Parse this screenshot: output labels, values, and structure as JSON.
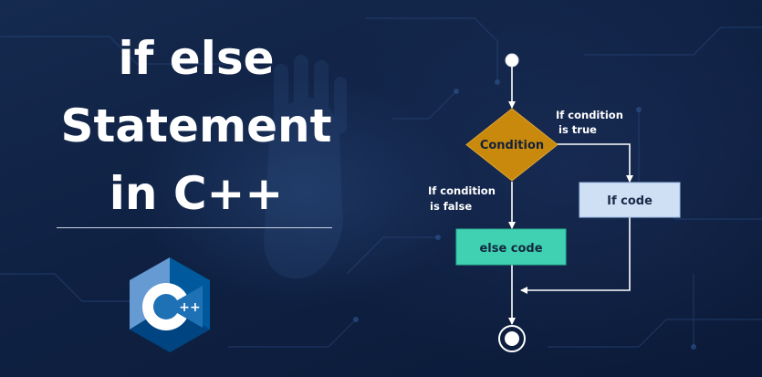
{
  "title": {
    "line1": "if else",
    "line2": "Statement",
    "line3": "in C++"
  },
  "logo": {
    "icon": "cpp-logo-icon",
    "plus": "++",
    "colors": {
      "dark": "#00599c",
      "mid": "#1f71b6",
      "light": "#659ad2",
      "letter": "#ffffff"
    }
  },
  "flowchart": {
    "decision": {
      "label": "Condition",
      "fill": "#c8890c"
    },
    "true_branch": {
      "line1": "If condition",
      "line2": "is true"
    },
    "false_branch": {
      "line1": "If condition",
      "line2": "is false"
    },
    "if_box": {
      "label": "If code",
      "fill": "#cfe0f4"
    },
    "else_box": {
      "label": "else code",
      "fill": "#3fd1b1"
    },
    "start_icon": "start-node-icon",
    "end_icon": "end-node-icon"
  },
  "colors": {
    "background": "#0f2143",
    "text": "#ffffff",
    "arrows": "#ffffff"
  }
}
